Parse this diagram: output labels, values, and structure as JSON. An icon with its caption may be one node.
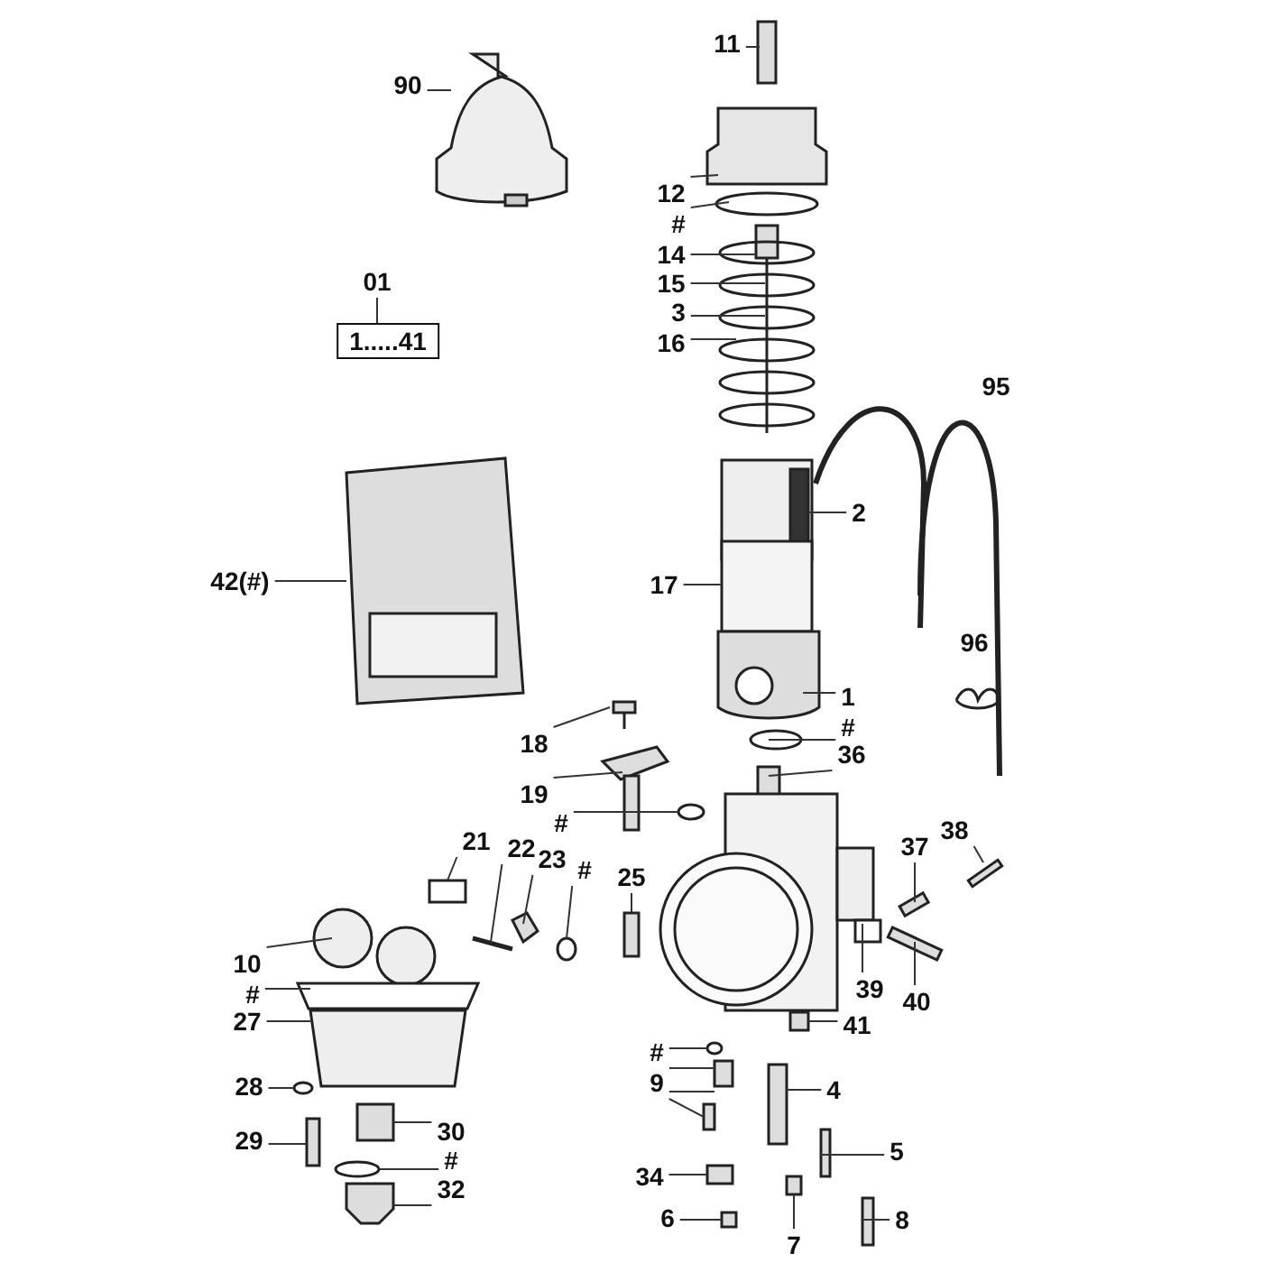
{
  "diagram": {
    "nodes": [
      {
        "text": [
          "11"
        ]
      },
      {
        "text": [
          "90"
        ]
      },
      {
        "text": [
          "12"
        ]
      },
      {
        "text": [
          "#"
        ]
      },
      {
        "text": [
          "01"
        ]
      },
      {
        "text": [
          "1.....41"
        ]
      },
      {
        "text": [
          "14"
        ]
      },
      {
        "text": [
          "15"
        ]
      },
      {
        "text": [
          "3"
        ]
      },
      {
        "text": [
          "16"
        ]
      },
      {
        "text": [
          "2"
        ]
      },
      {
        "text": [
          "42(#)"
        ]
      },
      {
        "text": [
          "17"
        ]
      },
      {
        "text": [
          "1"
        ]
      },
      {
        "text": [
          "#"
        ]
      },
      {
        "text": [
          "18"
        ]
      },
      {
        "text": [
          "36"
        ]
      },
      {
        "text": [
          "19"
        ]
      },
      {
        "text": [
          "#"
        ]
      },
      {
        "text": [
          "21"
        ]
      },
      {
        "text": [
          "22"
        ]
      },
      {
        "text": [
          "23"
        ]
      },
      {
        "text": [
          "37"
        ]
      },
      {
        "text": [
          "38"
        ]
      },
      {
        "text": [
          "#"
        ]
      },
      {
        "text": [
          "25"
        ]
      },
      {
        "text": [
          "10"
        ]
      },
      {
        "text": [
          "39"
        ]
      },
      {
        "text": [
          "40"
        ]
      },
      {
        "text": [
          "#"
        ]
      },
      {
        "text": [
          "27"
        ]
      },
      {
        "text": [
          "#"
        ]
      },
      {
        "text": [
          "41"
        ]
      },
      {
        "text": [
          "9"
        ]
      },
      {
        "text": [
          "4"
        ]
      },
      {
        "text": [
          "28"
        ]
      },
      {
        "text": [
          "29"
        ]
      },
      {
        "text": [
          "5"
        ]
      },
      {
        "text": [
          "30"
        ]
      },
      {
        "text": [
          "#"
        ]
      },
      {
        "text": [
          "8"
        ]
      },
      {
        "text": [
          "32"
        ]
      },
      {
        "text": [
          "34"
        ]
      },
      {
        "text": [
          "6"
        ]
      },
      {
        "text": [
          "7"
        ]
      }
    ],
    "edges": [
      {
        "from": 0,
        "to": null,
        "arrow": "none"
      },
      {
        "from": 1,
        "to": null,
        "arrow": "none"
      },
      {
        "from": 2,
        "to": null,
        "arrow": "none"
      },
      {
        "from": 3,
        "to": null,
        "arrow": "none"
      },
      {
        "from": 4,
        "to": 5,
        "arrow": "none"
      },
      {
        "from": 6,
        "to": null,
        "arrow": "none"
      },
      {
        "from": 7,
        "to": null,
        "arrow": "none"
      },
      {
        "from": 8,
        "to": null,
        "arrow": "none"
      },
      {
        "from": 9,
        "to": null,
        "arrow": "none"
      },
      {
        "from": 10,
        "to": null,
        "arrow": "none"
      },
      {
        "from": 11,
        "to": null,
        "arrow": "none"
      },
      {
        "from": 12,
        "to": null,
        "arrow": "none"
      },
      {
        "from": 13,
        "to": null,
        "arrow": "none"
      },
      {
        "from": 14,
        "to": null,
        "arrow": "none"
      },
      {
        "from": 15,
        "to": null,
        "arrow": "none"
      },
      {
        "from": 16,
        "to": null,
        "arrow": "none"
      },
      {
        "from": 17,
        "to": null,
        "arrow": "none"
      },
      {
        "from": 18,
        "to": null,
        "arrow": "none"
      },
      {
        "from": 19,
        "to": null,
        "arrow": "none"
      },
      {
        "from": 20,
        "to": null,
        "arrow": "none"
      },
      {
        "from": 21,
        "to": null,
        "arrow": "none"
      },
      {
        "from": 22,
        "to": null,
        "arrow": "none"
      },
      {
        "from": 23,
        "to": null,
        "arrow": "none"
      },
      {
        "from": 24,
        "to": null,
        "arrow": "none"
      },
      {
        "from": 25,
        "to": null,
        "arrow": "none"
      },
      {
        "from": 26,
        "to": null,
        "arrow": "none"
      },
      {
        "from": 27,
        "to": null,
        "arrow": "none"
      },
      {
        "from": 28,
        "to": null,
        "arrow": "none"
      },
      {
        "from": 29,
        "to": null,
        "arrow": "none"
      },
      {
        "from": 30,
        "to": null,
        "arrow": "none"
      },
      {
        "from": 31,
        "to": null,
        "arrow": "none"
      },
      {
        "from": 32,
        "to": null,
        "arrow": "none"
      },
      {
        "from": 33,
        "to": null,
        "arrow": "none"
      },
      {
        "from": 33,
        "to": null,
        "arrow": "none"
      },
      {
        "from": 33,
        "to": null,
        "arrow": "none"
      },
      {
        "from": 34,
        "to": null,
        "arrow": "none"
      },
      {
        "from": 35,
        "to": null,
        "arrow": "none"
      },
      {
        "from": 36,
        "to": null,
        "arrow": "none"
      },
      {
        "from": 37,
        "to": null,
        "arrow": "none"
      },
      {
        "from": 38,
        "to": null,
        "arrow": "none"
      },
      {
        "from": 39,
        "to": null,
        "arrow": "none"
      },
      {
        "from": 40,
        "to": null,
        "arrow": "none"
      },
      {
        "from": 41,
        "to": null,
        "arrow": "none"
      },
      {
        "from": 42,
        "to": null,
        "arrow": "none"
      },
      {
        "from": 43,
        "to": null,
        "arrow": "none"
      },
      {
        "from": 44,
        "to": null,
        "arrow": "none"
      }
    ],
    "labels": [
      "95",
      "96"
    ]
  }
}
